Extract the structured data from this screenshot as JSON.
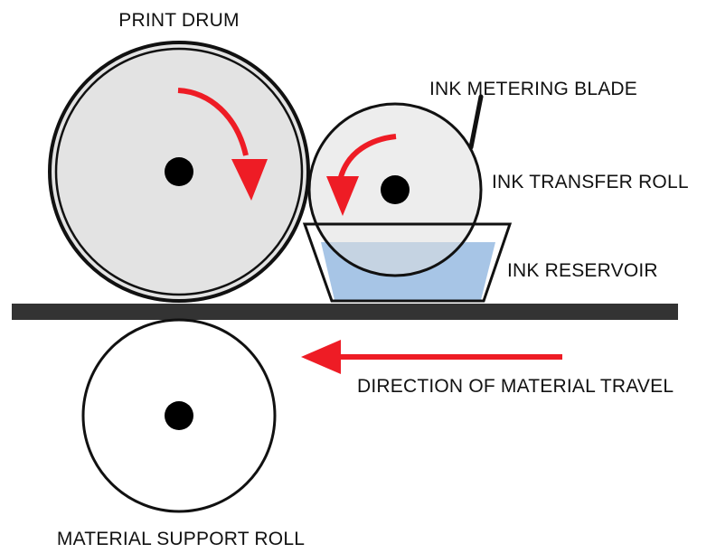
{
  "labels": {
    "print_drum": "PRINT DRUM",
    "ink_metering_blade": "INK METERING BLADE",
    "ink_transfer_roll": "INK TRANSFER ROLL",
    "ink_reservoir": "INK RESERVOIR",
    "direction_of_material_travel": "DIRECTION OF MATERIAL TRAVEL",
    "material_support_roll": "MATERIAL SUPPORT ROLL"
  },
  "colors": {
    "outline": "#111111",
    "drum_fill": "#e3e3e3",
    "roll_fill": "#ffffff",
    "ink": "#a7c5e6",
    "arrow": "#ee1c25",
    "web": "#333333"
  }
}
